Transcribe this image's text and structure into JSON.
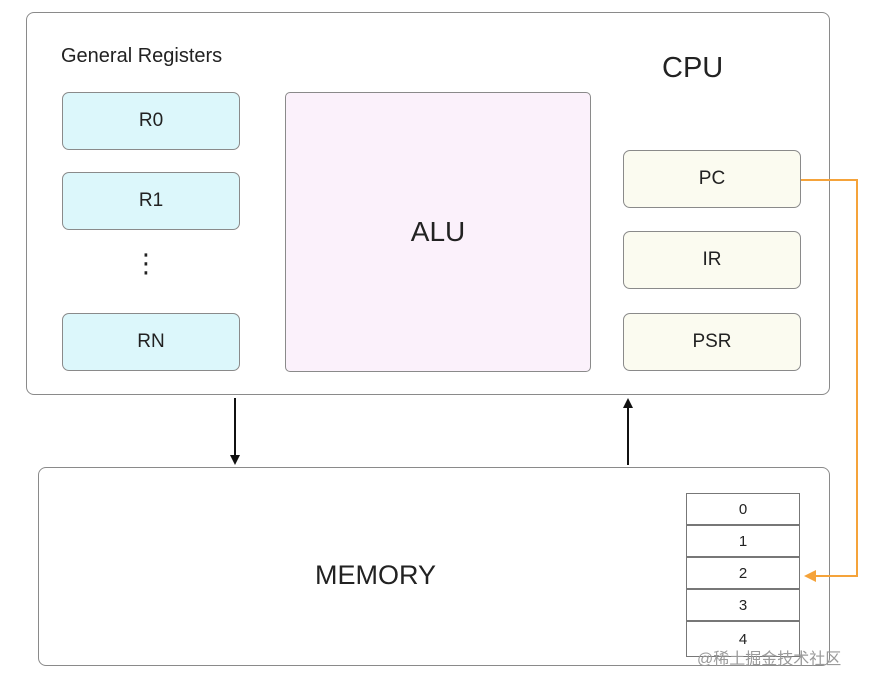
{
  "cpu": {
    "title": "CPU",
    "general_registers": {
      "heading": "General Registers",
      "items": [
        "R0",
        "R1",
        "⋮",
        "RN"
      ]
    },
    "alu": "ALU",
    "special_registers": [
      "PC",
      "IR",
      "PSR"
    ]
  },
  "memory": {
    "title": "MEMORY",
    "cells": [
      "0",
      "1",
      "2",
      "3",
      "4"
    ]
  },
  "colors": {
    "register_fill": "#dcf7fb",
    "alu_fill": "#fbf1fb",
    "special_fill": "#fbfbf0",
    "pc_arrow": "#f5a33a"
  },
  "watermark": "@稀土掘金技术社区"
}
